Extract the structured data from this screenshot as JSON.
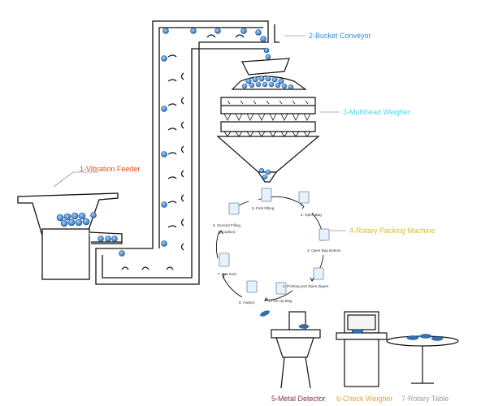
{
  "labels": {
    "vibration_feeder": "1-Vibration Feeder",
    "bucket_conveyor": "2-Bucket Conveyor",
    "multihead_weigher": "3-Multihead Weigher",
    "rotary_packing_machine": "4-Rotary Packing Machine",
    "metal_detector": "5-Metal Detector",
    "check_weigher": "6-Check Weigher",
    "rotary_table": "7-Rotary Table"
  },
  "steps": {
    "s1": "1.Pick Up Bag",
    "s2": "2. Printing and Open Zipper",
    "s3": "3. Open Bag Bottom",
    "s4": "4. Open Bag",
    "s5": "5. First Filling",
    "s6": "6. Second Filling",
    "s6b": "(option)",
    "s7": "7. Hot Seal",
    "s8": "8. Output"
  },
  "colors": {
    "vibration_feeder": "#e8491d",
    "bucket_conveyor": "#2a8fd6",
    "multihead_weigher": "#4fd6e6",
    "rotary_packing_machine": "#d6d23a",
    "metal_detector": "#8a2f55",
    "check_weigher": "#f0a030",
    "rotary_table": "#9aa0a8",
    "ball": "#3a7fc4",
    "line": "#111111"
  }
}
